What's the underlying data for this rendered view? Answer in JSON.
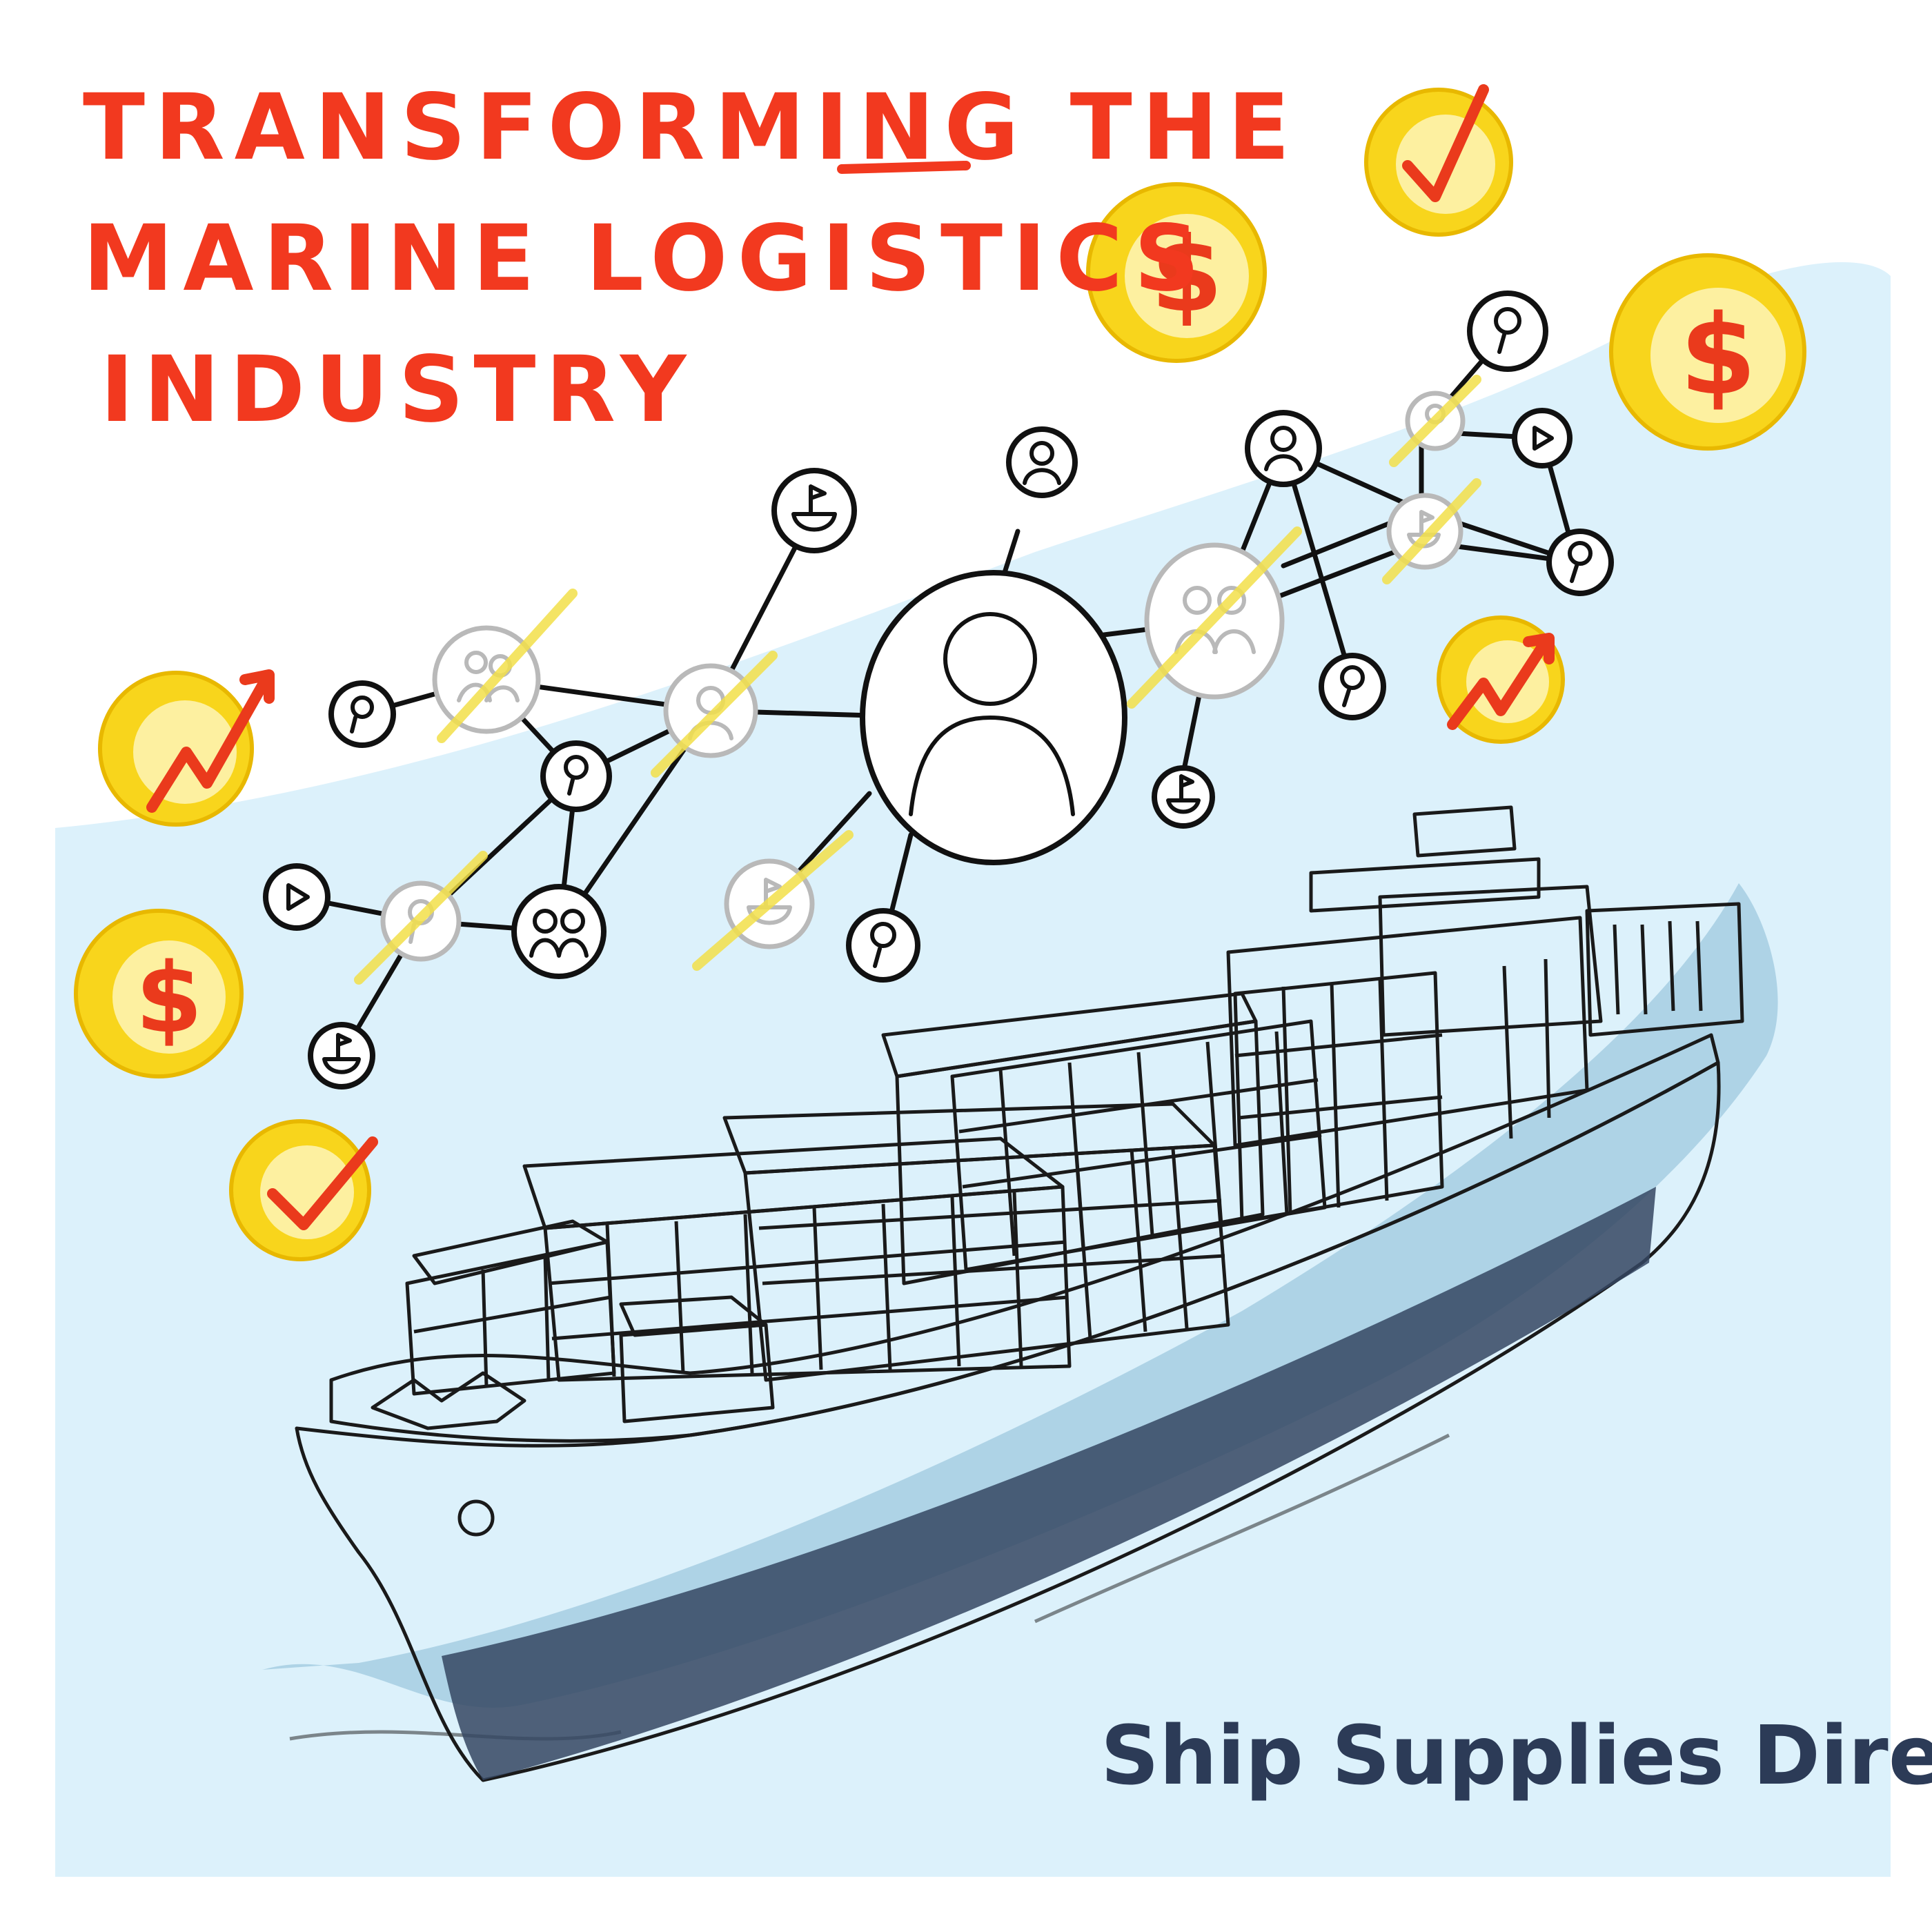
{
  "headline": {
    "line1": "TRANSFORMING THE",
    "line2": "MARINE LOGISTICS",
    "line3": "INDUSTRY"
  },
  "brand": "Ship Supplies Direct",
  "colors": {
    "title_red": "#f2391f",
    "sea": "#dcf1fb",
    "water": "#a9cfe3",
    "coin_yellow": "#f8d51c",
    "hull": "#6d7e9b",
    "container_pink": "#f5a399",
    "container_yellow": "#f7d77a",
    "container_blue": "#9fb9ec",
    "container_peach": "#f6c79d"
  },
  "icons": [
    "dollar-coin-icon",
    "check-coin-icon",
    "growth-arrow-coin-icon",
    "person-node-icon",
    "group-node-icon",
    "flag-node-icon",
    "play-node-icon"
  ]
}
